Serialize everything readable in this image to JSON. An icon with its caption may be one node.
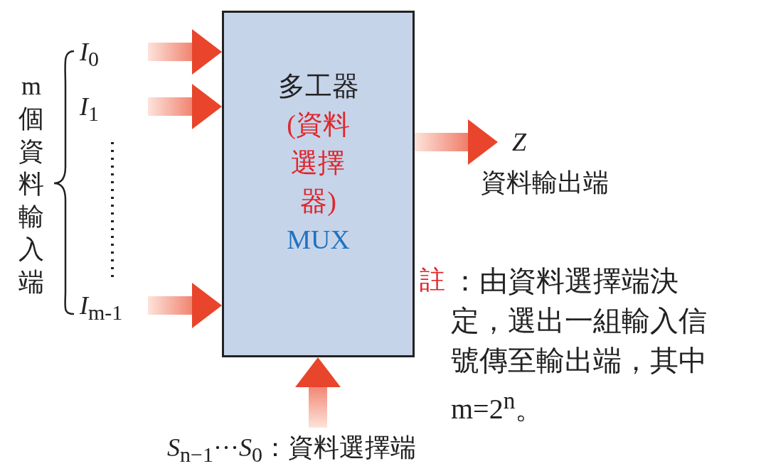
{
  "diagram": {
    "nodes": [
      {
        "text": [
          "*I*$_{0}$"
        ]
      },
      {
        "text": [
          "*I*$_{1}$"
        ]
      },
      {
        "text": [
          "*I*$_{m-1}$"
        ]
      },
      {
        "text": [
          "多工器",
          "(資料選擇器)",
          "MUX"
        ]
      },
      {
        "text": [
          "Z"
        ],
        "beside": [
          "資料輸出端"
        ]
      },
      {
        "text": [
          "*S*$_{n−1}$···*S*$_{0}$：資料選擇端"
        ]
      }
    ],
    "edges": [
      {
        "from": 0,
        "to": 3,
        "arrow": "to"
      },
      {
        "from": 1,
        "to": 3,
        "arrow": "to"
      },
      {
        "from": 2,
        "to": 3,
        "arrow": "to"
      },
      {
        "from": 3,
        "to": 4,
        "arrow": "to"
      },
      {
        "from": 5,
        "to": 3,
        "arrow": "to"
      }
    ],
    "labels": [
      "m個資料輸入端",
      "註",
      "：由資料選擇端決定，選出一組輸入信號傳至輸出端，其中m=2$^{n}$。"
    ]
  }
}
